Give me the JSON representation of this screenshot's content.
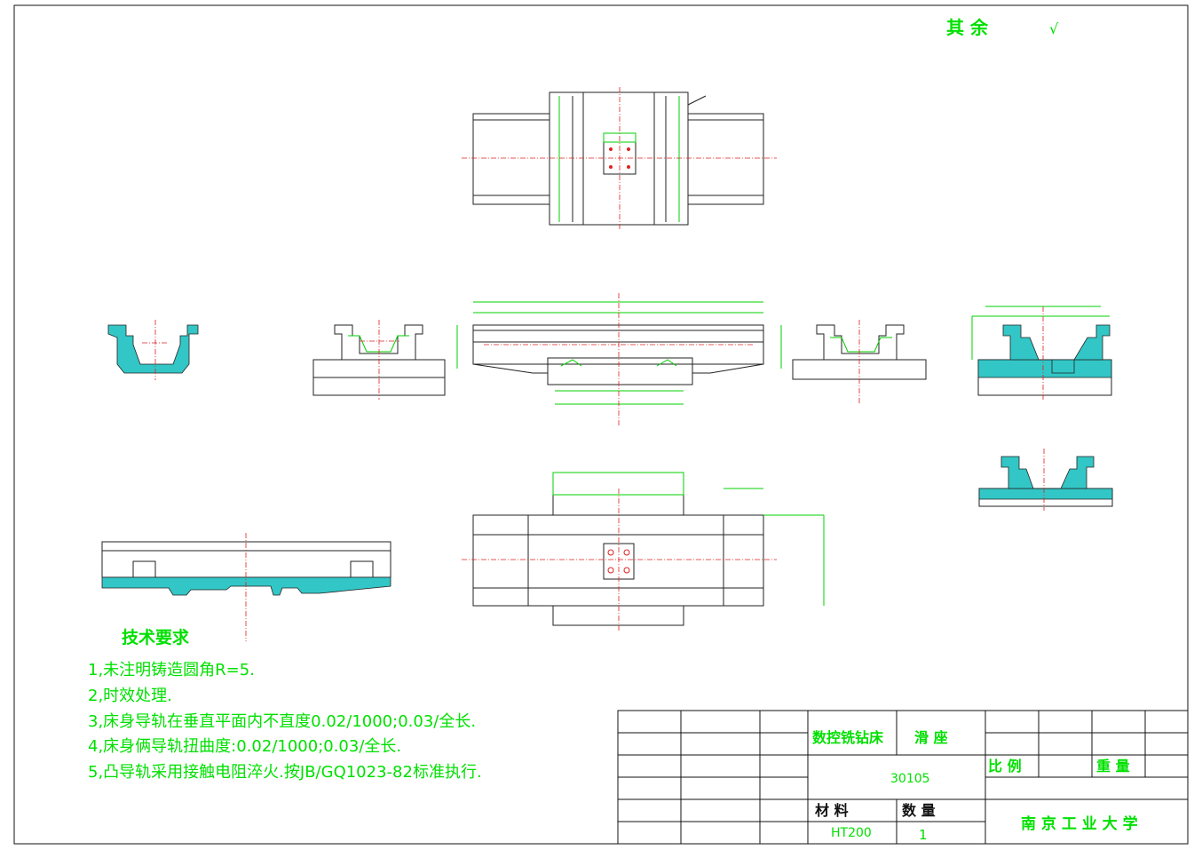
{
  "surface": {
    "label": "其 余",
    "symbol": "√"
  },
  "notes": {
    "title": "技术要求",
    "items": [
      "1,未注明铸造圆角R=5.",
      "2,时效处理.",
      "3,床身导轨在垂直平面内不直度0.02/1000;0.03/全长.",
      "4,床身俩导轨扭曲度:0.02/1000;0.03/全长.",
      "5,凸导轨采用接触电阻淬火.按JB/GQ1023-82标准执行."
    ]
  },
  "title_block": {
    "machine": "数控铣钻床",
    "part": "滑 座",
    "drawing_no": "30105",
    "scale_label": "比 例",
    "weight_label": "重 量",
    "material_label": "材 料",
    "quantity_label": "数 量",
    "material": "HT200",
    "quantity": "1",
    "school": "南 京 工 业 大 学"
  },
  "colors": {
    "text": "#00e000",
    "dimension": "#00d000",
    "center": "#e02020",
    "section": "#33c6c6"
  }
}
